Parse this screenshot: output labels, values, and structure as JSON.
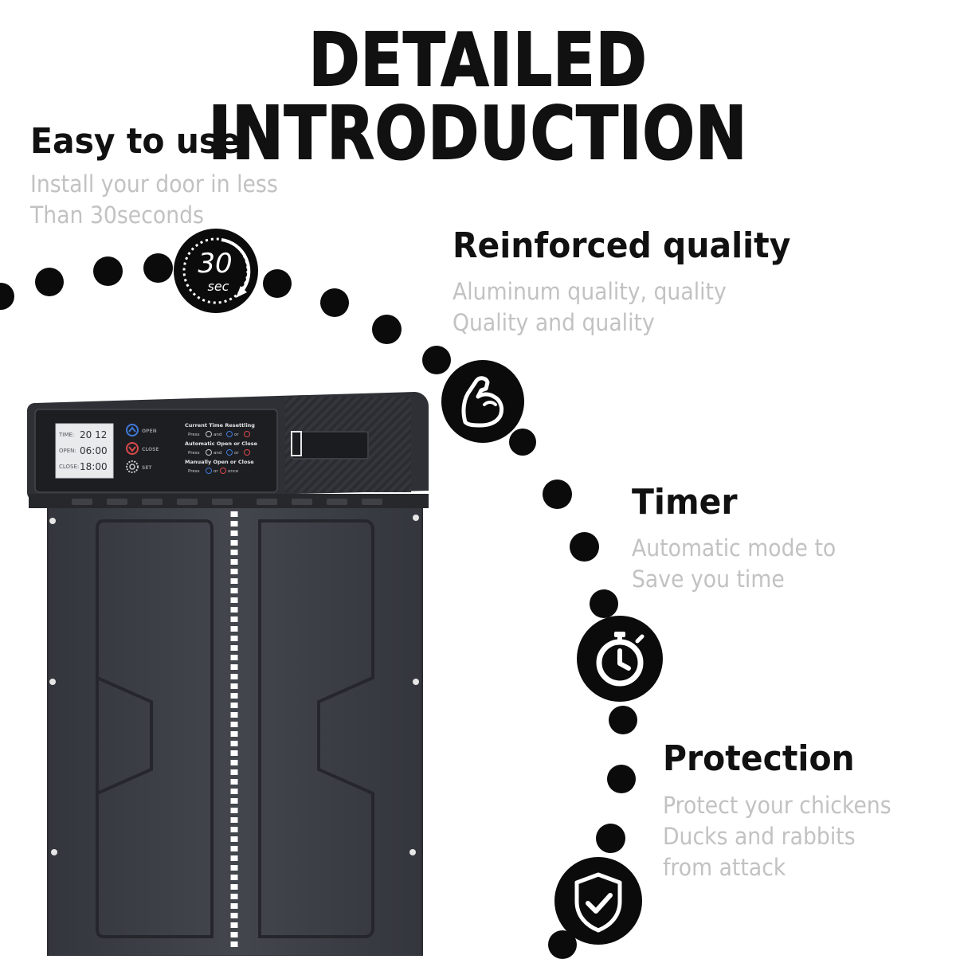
{
  "title": "DETAILED INTRODUCTION",
  "features": [
    {
      "heading": "Easy to use",
      "lines": [
        "Install your door in less",
        "Than 30seconds"
      ],
      "icon": "stopwatch-30-sec-icon",
      "badge_number": "30",
      "badge_unit": "sec"
    },
    {
      "heading": "Reinforced quality",
      "lines": [
        "Aluminum quality, quality",
        "Quality and quality"
      ],
      "icon": "flexed-bicep-icon"
    },
    {
      "heading": "Timer",
      "lines": [
        "Automatic mode to",
        "Save you time"
      ],
      "icon": "stopwatch-icon"
    },
    {
      "heading": "Protection",
      "lines": [
        "Protect your chickens",
        "Ducks and rabbits",
        "from attack"
      ],
      "icon": "shield-check-icon"
    }
  ],
  "device": {
    "lcd": {
      "rows": [
        {
          "label": "TIME:",
          "value": "20 12"
        },
        {
          "label": "OPEN:",
          "value": "06:00"
        },
        {
          "label": "CLOSE:",
          "value": "18:00"
        }
      ]
    },
    "buttons": [
      {
        "label": "OPEN",
        "icon": "arrow-up-icon"
      },
      {
        "label": "CLOSE",
        "icon": "arrow-down-icon"
      },
      {
        "label": "SET",
        "icon": "gear-icon"
      }
    ],
    "instructions": [
      {
        "title": "Current Time Resettling",
        "press": "Press",
        "join1": "and",
        "join2": "or"
      },
      {
        "title": "Automatic Open or Close",
        "press": "Press",
        "join1": "and",
        "join2": "or"
      },
      {
        "title": "Manually Open or Close",
        "press": "Press",
        "join1": "or",
        "join2": "once"
      }
    ]
  },
  "colors": {
    "dark": "#0b0b0b",
    "caption_gray": "#c2c2c2",
    "door_body": "#3b3e45",
    "button_blue": "#3f79d8",
    "button_red": "#d94a4a"
  }
}
